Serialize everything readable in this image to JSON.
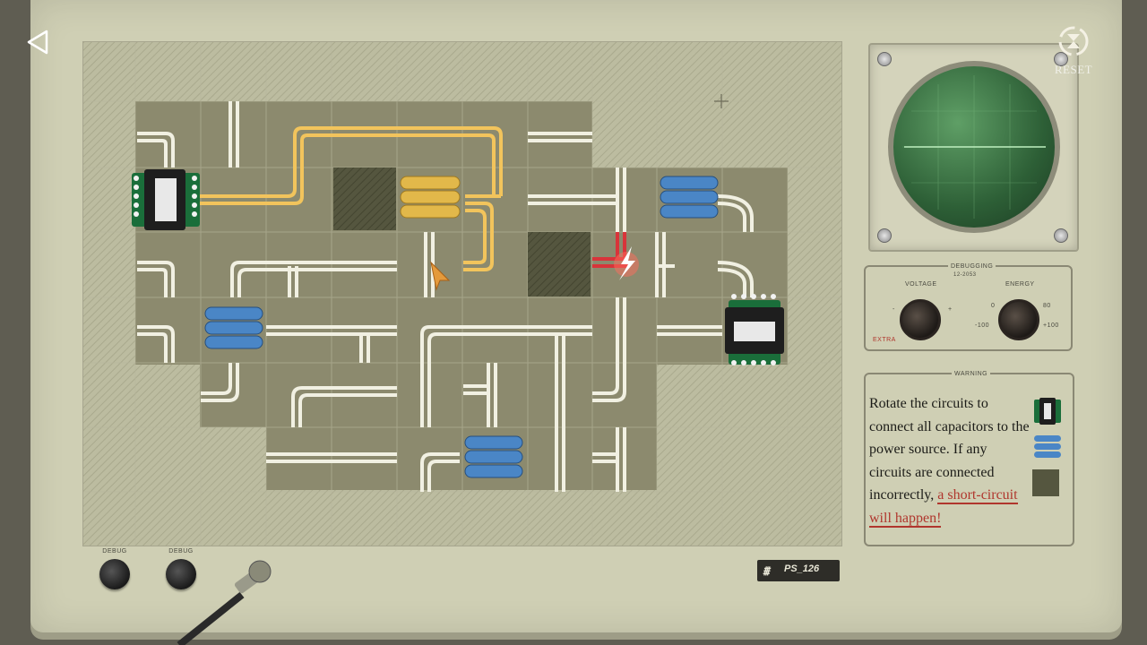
{
  "header": {
    "reset_label": "RESET",
    "back_icon": "back-triangle-icon",
    "reset_icon": "reset-cycle-icon"
  },
  "debug_panel": {
    "title": "DEBUGGING",
    "code": "12-2053",
    "voltage_label": "VOLTAGE",
    "energy_label": "ENERGY",
    "extra_label": "EXTRA",
    "minus": "-",
    "plus": "+",
    "energy_min": "-100",
    "energy_max": "+100",
    "energy_zero": "0",
    "energy_mid": "80"
  },
  "warning_panel": {
    "title": "WARNING",
    "text": "Rotate the circuits to connect all capacitors to the power source. If any circuits are connected incorrectly,",
    "red_text": "a short-circuit will happen!"
  },
  "bottom": {
    "debug1_label": "DEBUG",
    "debug2_label": "DEBUG",
    "model_label": "PS_126"
  },
  "colors": {
    "device_body": "#cfcfb4",
    "wire_unpowered": "#f1f0e2",
    "wire_powered": "#f2c45c",
    "short_circuit": "#d8343a",
    "capacitor_blue": "#4a86c6",
    "capacitor_yellow": "#e2b84a",
    "scope_green": "#3b7a44"
  }
}
